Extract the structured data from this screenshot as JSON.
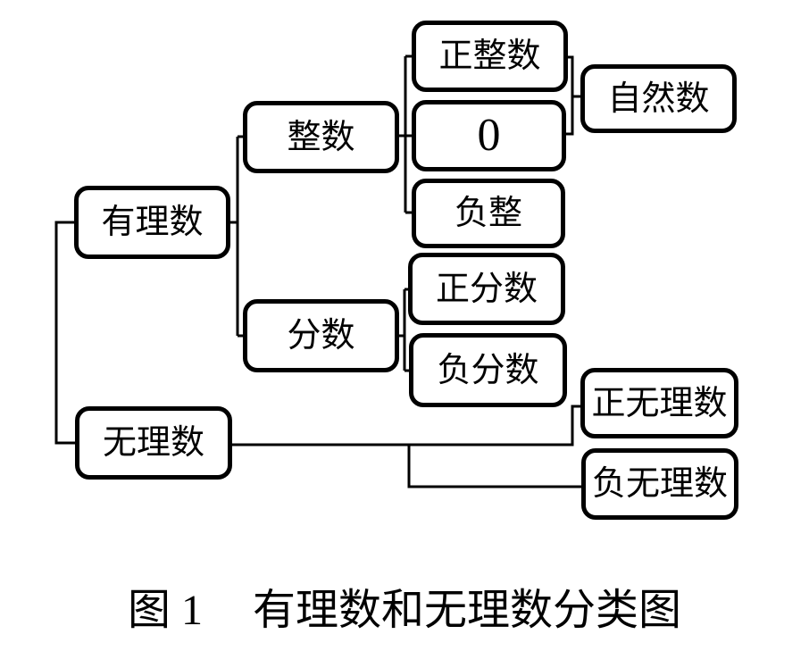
{
  "diagram": {
    "nodes": {
      "rational": "有理数",
      "integer": "整数",
      "fraction": "分数",
      "positive_integer": "正整数",
      "zero": "0",
      "negative_integer": "负整",
      "natural": "自然数",
      "positive_fraction": "正分数",
      "negative_fraction": "负分数",
      "irrational": "无理数",
      "positive_irrational": "正无理数",
      "negative_irrational": "负无理数"
    },
    "edges": [
      {
        "from": "有理数",
        "to": "整数"
      },
      {
        "from": "有理数",
        "to": "分数"
      },
      {
        "from": "整数",
        "to": "正整数"
      },
      {
        "from": "整数",
        "to": "0"
      },
      {
        "from": "整数",
        "to": "负整"
      },
      {
        "from": "正整数",
        "to": "自然数"
      },
      {
        "from": "0",
        "to": "自然数"
      },
      {
        "from": "分数",
        "to": "正分数"
      },
      {
        "from": "分数",
        "to": "负分数"
      },
      {
        "from": "有理数",
        "to": "无理数",
        "note": "shared left bracket"
      },
      {
        "from": "无理数",
        "to": "正无理数"
      },
      {
        "from": "无理数",
        "to": "负无理数"
      }
    ],
    "caption": {
      "figure_label": "图 1",
      "title": "有理数和无理数分类图"
    },
    "colors": {
      "background": "#ffffff",
      "line": "#000000",
      "text": "#000000"
    }
  }
}
